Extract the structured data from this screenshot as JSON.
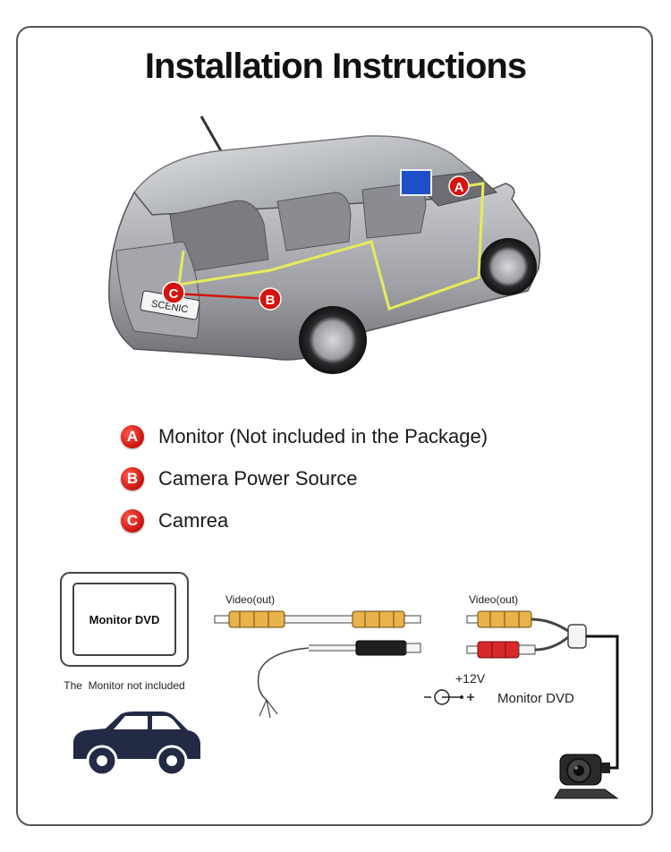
{
  "title": "Installation Instructions",
  "car": {
    "plate": "SCENIC",
    "markers": [
      {
        "letter": "A",
        "role": "monitor"
      },
      {
        "letter": "B",
        "role": "power"
      },
      {
        "letter": "C",
        "role": "camera"
      }
    ]
  },
  "legend": [
    {
      "letter": "A",
      "text": "Monitor (Not included in the Package)"
    },
    {
      "letter": "B",
      "text": "Camera Power Source"
    },
    {
      "letter": "C",
      "text": "Camrea"
    }
  ],
  "wiring": {
    "monitor_label": "Monitor DVD",
    "monitor_note": "The  Monitor not included",
    "cable1_label": "Video(out)",
    "cable2_label": "Video(out)",
    "power_label": "+12V",
    "power_target": "Monitor DVD"
  },
  "colors": {
    "marker_red": "#d4140d",
    "wire_yellow": "#e8ea5a",
    "rca_yellow": "#e9b24a",
    "rca_red": "#d8282a",
    "car_body": "#a7a9ae"
  }
}
